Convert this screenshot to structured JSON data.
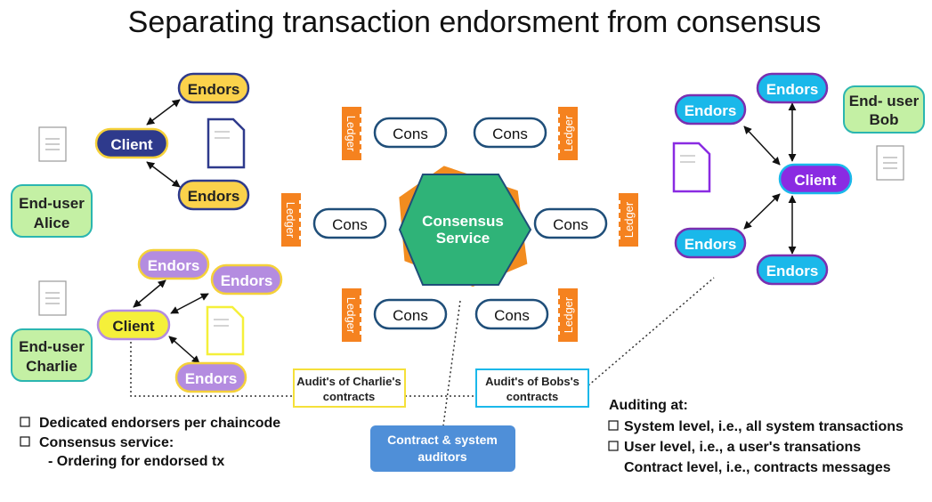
{
  "title": "Separating transaction endorsment from consensus",
  "left": {
    "client_top": "Client",
    "endors_top": [
      "Endors",
      "Endors"
    ],
    "alice": [
      "End-user",
      "Alice"
    ],
    "client_bottom": "Client",
    "endors_bottom": [
      "Endors",
      "Endors",
      "Endors"
    ],
    "charlie": [
      "End-user",
      "Charlie"
    ]
  },
  "center": {
    "consensus": [
      "Consensus",
      "Service"
    ],
    "cons_label": "Cons",
    "ledger_label": "Ledger"
  },
  "right": {
    "bob": [
      "End- user",
      "Bob"
    ],
    "client": "Client",
    "endors": [
      "Endors",
      "Endors",
      "Endors",
      "Endors"
    ]
  },
  "audit": {
    "charlie": [
      "Audit's of Charlie's",
      "contracts"
    ],
    "bob": [
      "Audit's of Bobs's",
      "contracts"
    ],
    "auditors": [
      "Contract & system",
      "auditors"
    ]
  },
  "notes_left": {
    "items": [
      "Dedicated endorsers per chaincode",
      "Consensus service:"
    ],
    "sub": "- Ordering for endorsed tx"
  },
  "notes_right": {
    "heading": "Auditing at:",
    "items": [
      "System level, i.e., all system transactions",
      "User level, i.e., a user's transations"
    ],
    "last": "Contract level, i.e., contracts messages"
  },
  "colors": {
    "endors_yellow": "#fbd24b",
    "endors_purple": "#b48ce0",
    "endors_cyan": "#1ab8ea",
    "client_navy": "#2e3a8c",
    "client_yellow": "#f5f03a",
    "client_purple": "#8a2be2",
    "enduser_green": "#c4f0a4",
    "enduser_border": "#2bb6b0",
    "consensus_green": "#2fb378",
    "consensus_orange": "#f28c1f",
    "ledger_orange": "#f5821f",
    "cons_border": "#1f4e79",
    "auditors_blue": "#4f8fd8"
  }
}
